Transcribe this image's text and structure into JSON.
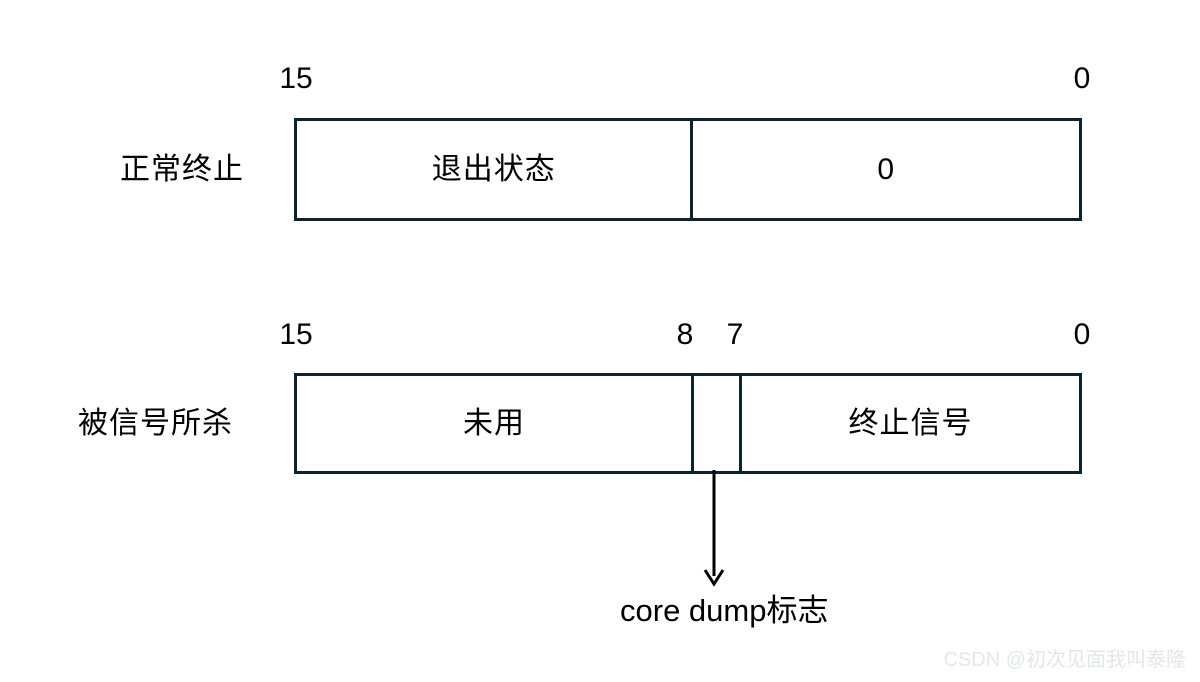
{
  "figure": {
    "title": "",
    "rows": [
      {
        "side_label": "正常终止",
        "bit_ticks": {
          "left": "15",
          "right": "0"
        },
        "cells": [
          {
            "text": "退出状态"
          },
          {
            "text": "0"
          }
        ]
      },
      {
        "side_label": "被信号所杀",
        "bit_ticks": {
          "left": "15",
          "mid_high": "8",
          "mid_low": "7",
          "right": "0"
        },
        "cells": [
          {
            "text": "未用"
          },
          {
            "text": ""
          },
          {
            "text": "终止信号"
          }
        ]
      }
    ],
    "annotation": {
      "label": "core dump标志",
      "arrow": "down-arrow-icon"
    }
  },
  "watermark": {
    "text": "CSDN @初次见面我叫泰隆"
  },
  "colors": {
    "border": "#0d2230",
    "text": "#000000",
    "background": "#ffffff",
    "watermark": "#e4e7ea"
  }
}
